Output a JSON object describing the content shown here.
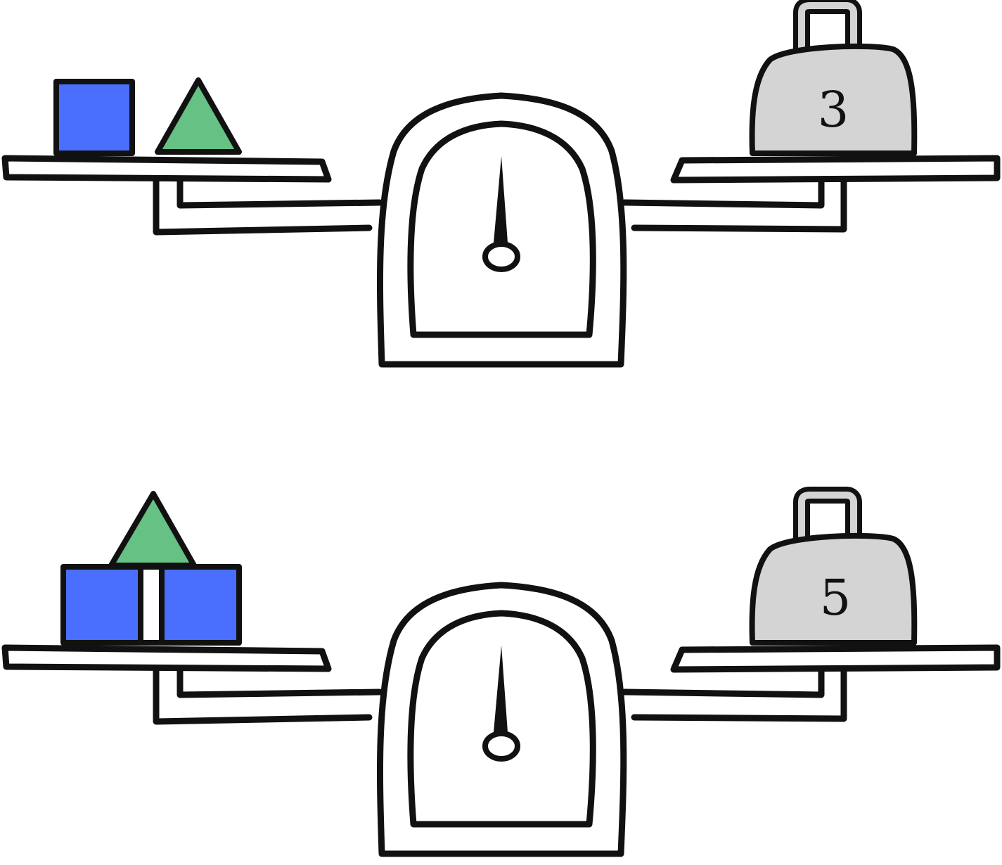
{
  "colors": {
    "outline": "#111111",
    "square": "#4a6fff",
    "triangle": "#66c184",
    "weight": "#d4d4d4",
    "background": "#ffffff"
  },
  "scales": [
    {
      "left_pan": [
        "square",
        "triangle"
      ],
      "right_pan": {
        "weight_label": "3"
      },
      "balanced": true
    },
    {
      "left_pan": [
        "square",
        "square",
        "triangle"
      ],
      "right_pan": {
        "weight_label": "5"
      },
      "balanced": true
    }
  ]
}
